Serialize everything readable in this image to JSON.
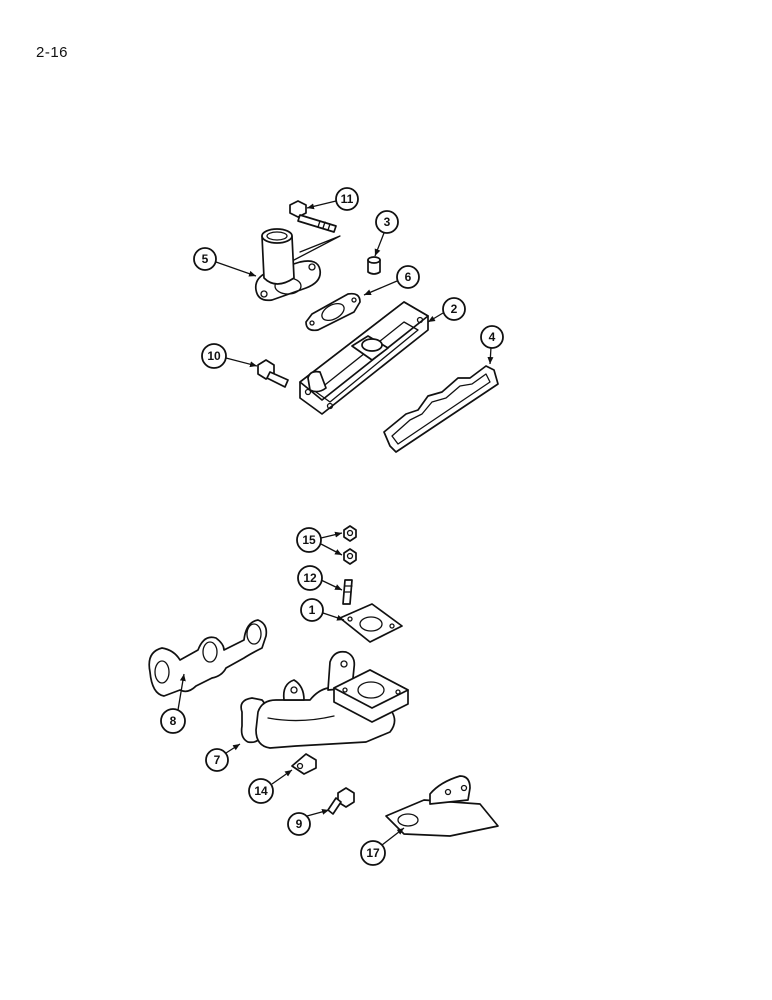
{
  "page": {
    "number": "2-16"
  },
  "callouts": {
    "c1": "1",
    "c2": "2",
    "c3": "3",
    "c4": "4",
    "c5": "5",
    "c6": "6",
    "c7": "7",
    "c8": "8",
    "c9": "9",
    "c10": "10",
    "c11": "11",
    "c12": "12",
    "c14": "14",
    "c15": "15",
    "c17": "17"
  }
}
